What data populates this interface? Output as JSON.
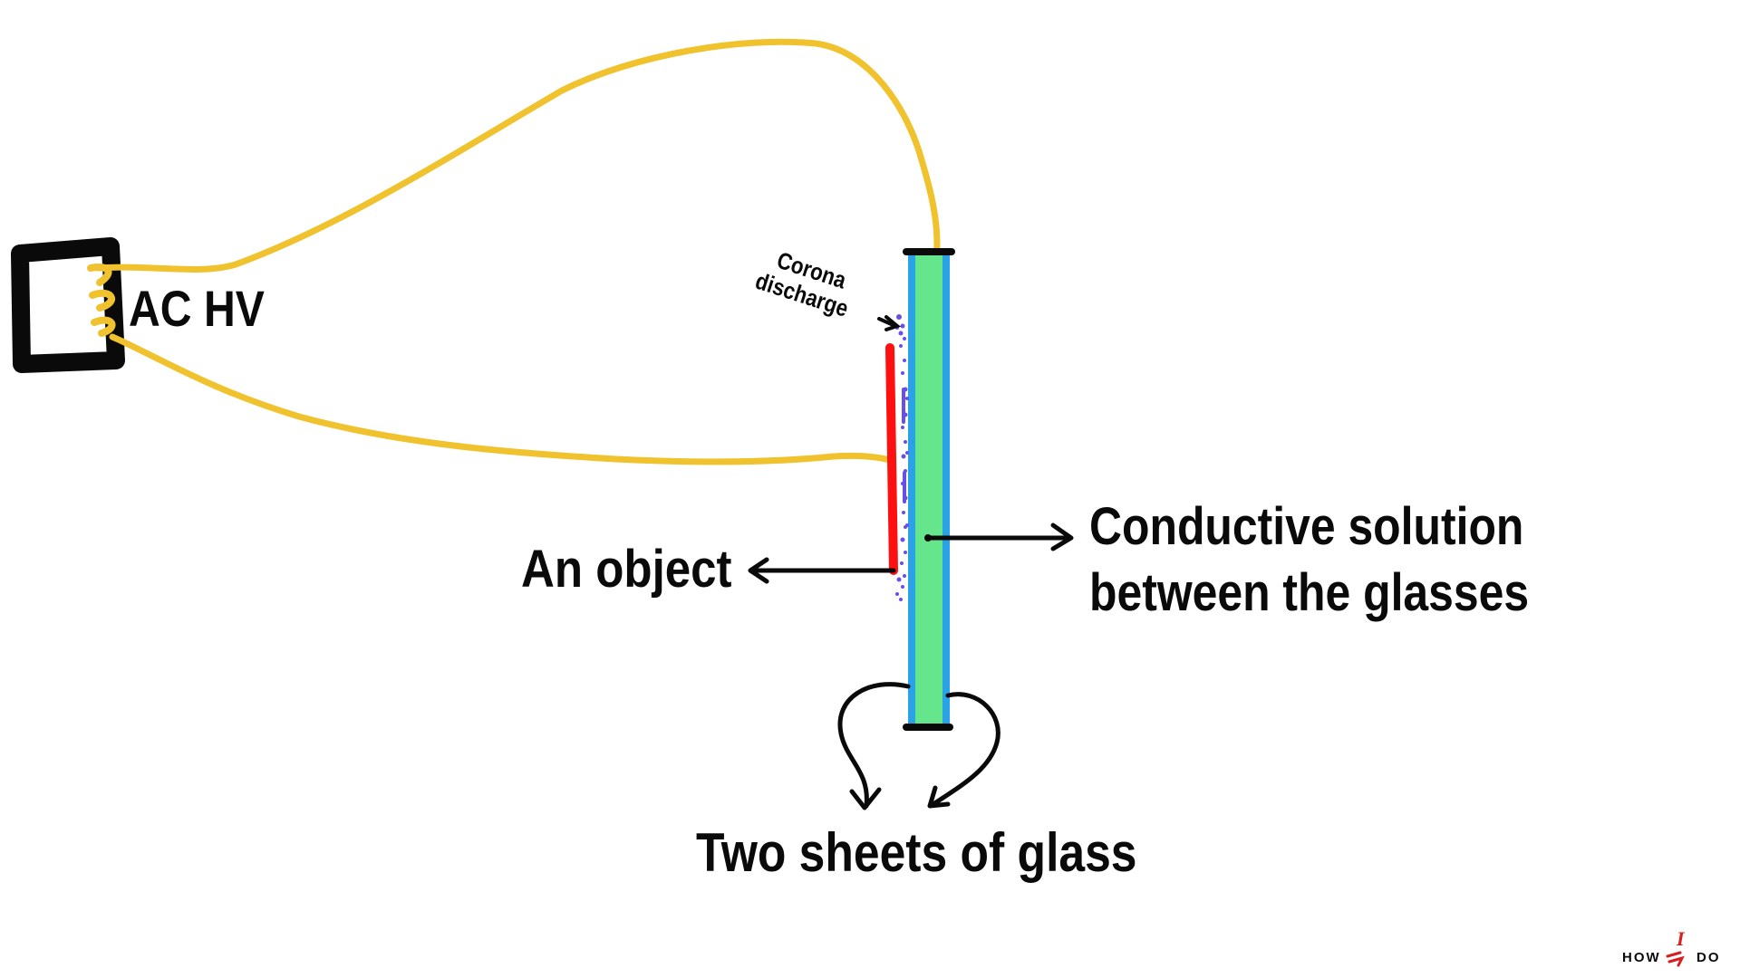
{
  "labels": {
    "power_source": "AC HV",
    "corona_line1": "Corona",
    "corona_line2": "discharge",
    "object": "An object",
    "solution_line1": "Conductive solution",
    "solution_line2": "between the glasses",
    "glass": "Two sheets of glass"
  },
  "watermark": {
    "left_text": "HOW",
    "right_text": "DO",
    "mark_letter": "I"
  },
  "colors": {
    "wire": "#f0c22e",
    "glass_edge": "#2aa3e6",
    "solution": "#66e68c",
    "object": "#ff1010",
    "corona": "#6a4ee8",
    "ink": "#0a0a0a",
    "watermark_red": "#d81e1e"
  },
  "icons": {
    "power_source": "transformer-coil-icon",
    "arrows": "hand-drawn-arrow-icon"
  }
}
